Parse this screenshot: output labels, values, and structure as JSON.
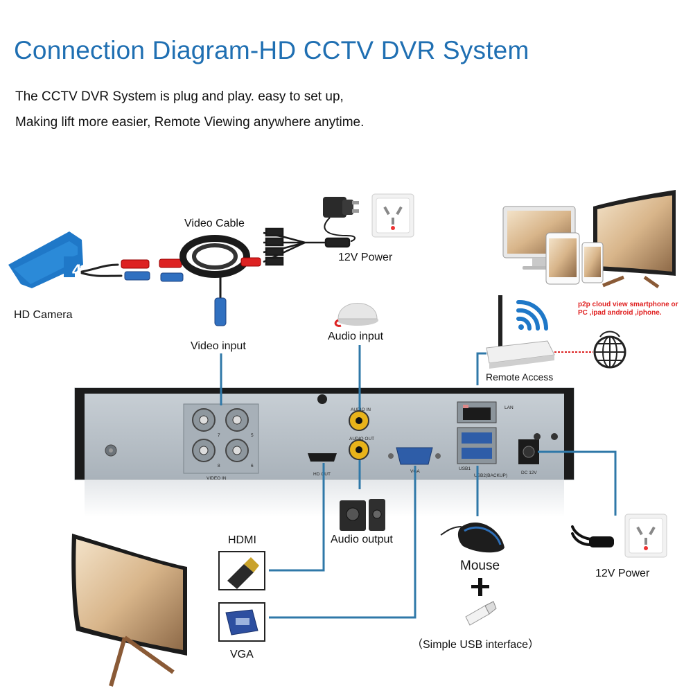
{
  "header": {
    "title": "Connection Diagram-HD CCTV DVR System",
    "subtitle_line1": "The CCTV DVR System is plug and play. easy to set up,",
    "subtitle_line2": "Making lift more easier, Remote Viewing anywhere anytime."
  },
  "labels": {
    "video_cable": "Video Cable",
    "power_top": "12V Power",
    "hd_camera": "HD Camera",
    "video_input": "Video input",
    "audio_input": "Audio input",
    "remote_access": "Remote Access",
    "p2p_note": "p2p cloud view smartphone or PC ,ipad android ,iphone.",
    "hdmi": "HDMI",
    "audio_output": "Audio output",
    "mouse": "Mouse",
    "power_right": "12V Power",
    "vga": "VGA",
    "usb": "（Simple USB interface）",
    "plus": "+"
  },
  "dvr_panel": {
    "video_in": "VIDEO IN",
    "hd_out": "HD OUT",
    "audio_in": "AUDIO IN",
    "audio_out": "AUDIO OUT",
    "vga": "VGA",
    "lan": "LAN",
    "usb1": "USB1",
    "usb2": "USB2(BACKUP)",
    "dc": "DC 12V",
    "ch5": "5",
    "ch6": "6",
    "ch7": "7",
    "ch8": "8"
  },
  "colors": {
    "title_blue": "#1f6fb2",
    "line_blue": "#2f78a8",
    "camera_blue": "#1f78c8",
    "panel_gray": "#b9c1c8",
    "note_red": "#e02020"
  }
}
